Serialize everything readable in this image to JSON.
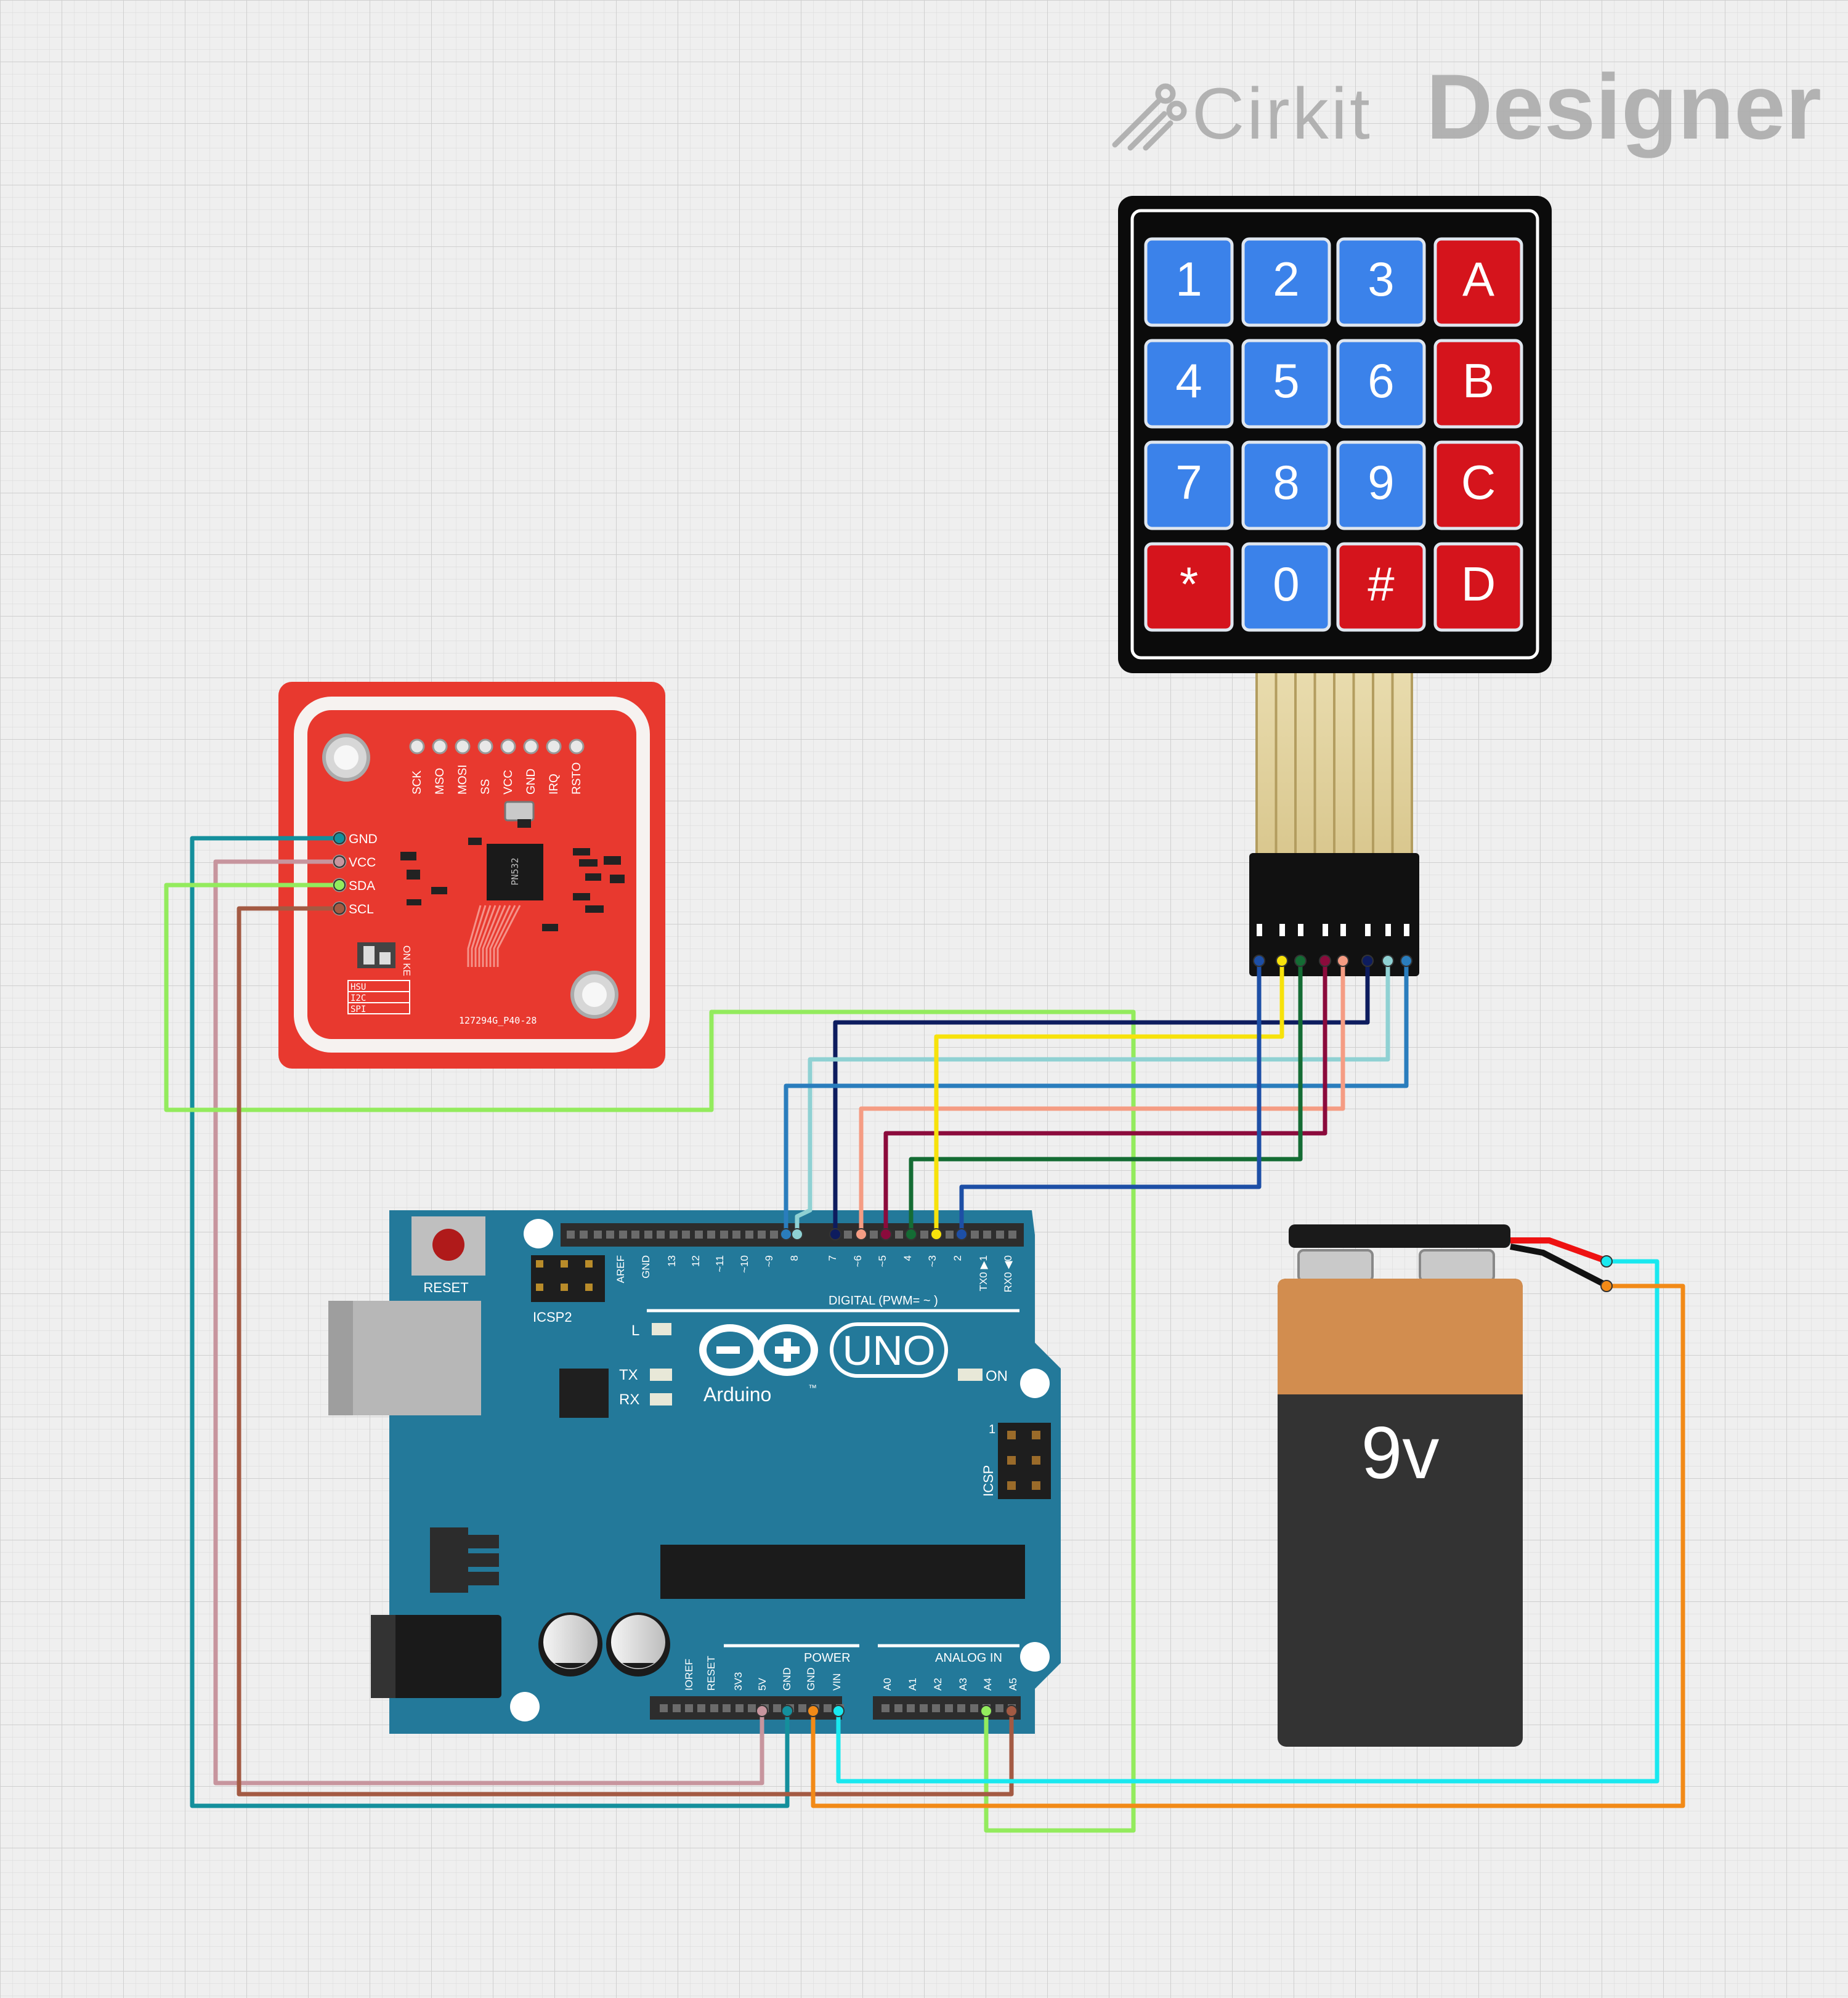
{
  "branding": {
    "word1": "Cirkit",
    "word2": "Designer"
  },
  "keypad": {
    "keys": [
      {
        "label": "1",
        "color": "blue"
      },
      {
        "label": "2",
        "color": "blue"
      },
      {
        "label": "3",
        "color": "blue"
      },
      {
        "label": "A",
        "color": "red"
      },
      {
        "label": "4",
        "color": "blue"
      },
      {
        "label": "5",
        "color": "blue"
      },
      {
        "label": "6",
        "color": "blue"
      },
      {
        "label": "B",
        "color": "red"
      },
      {
        "label": "7",
        "color": "blue"
      },
      {
        "label": "8",
        "color": "blue"
      },
      {
        "label": "9",
        "color": "blue"
      },
      {
        "label": "C",
        "color": "red"
      },
      {
        "label": "*",
        "color": "red"
      },
      {
        "label": "0",
        "color": "blue"
      },
      {
        "label": "#",
        "color": "red"
      },
      {
        "label": "D",
        "color": "red"
      }
    ]
  },
  "rfid": {
    "top_pins": [
      "SCK",
      "MSO",
      "MOSI",
      "SS",
      "VCC",
      "GND",
      "IRQ",
      "RSTO"
    ],
    "side_pins": [
      "GND",
      "VCC",
      "SDA",
      "SCL"
    ],
    "chip_text": "PN532",
    "board_code": "127294G_P40-28",
    "switch_rows": [
      "HSU",
      "I2C",
      "SPI"
    ],
    "switch_label": "ON KE"
  },
  "arduino": {
    "reset_label": "RESET",
    "icsp2_label": "ICSP2",
    "icsp_label": "ICSP",
    "icsp_pin1": "1",
    "digital_pins": [
      "AREF",
      "GND",
      "13",
      "12",
      "~11",
      "~10",
      "~9",
      "8",
      "7",
      "~6",
      "~5",
      "4",
      "~3",
      "2",
      "TX0 ▶1",
      "RX0 ◀0"
    ],
    "digital_label": "DIGITAL (PWM= ~ )",
    "l_label": "L",
    "tx_label": "TX",
    "rx_label": "RX",
    "on_label": "ON",
    "uno_label": "UNO",
    "brand_label": "Arduino",
    "tm": "™",
    "power_pins": [
      "IOREF",
      "RESET",
      "3V3",
      "5V",
      "GND",
      "GND",
      "VIN"
    ],
    "power_label": "POWER",
    "analog_pins": [
      "A0",
      "A1",
      "A2",
      "A3",
      "A4",
      "A5"
    ],
    "analog_label": "ANALOG IN"
  },
  "battery": {
    "label": "9v"
  },
  "colors": {
    "wire_teal": "#148f9c",
    "wire_pink": "#c7959e",
    "wire_lime": "#93eb5d",
    "wire_brown": "#a35a43",
    "wire_navy": "#0d1c5e",
    "wire_lightblue": "#8fd1d3",
    "wire_blue": "#2a7dbd",
    "wire_salmon": "#f59c83",
    "wire_maroon": "#8b0b3c",
    "wire_green": "#146c34",
    "wire_yellow": "#f7e20b",
    "wire_cobalt": "#1d4fa6",
    "wire_cyan": "#19e8ef",
    "wire_orange": "#f28a17",
    "arduino_board": "#23799a",
    "rfid_board": "#e8392f",
    "key_blue": "#3b82ea",
    "key_red": "#d5141c"
  }
}
